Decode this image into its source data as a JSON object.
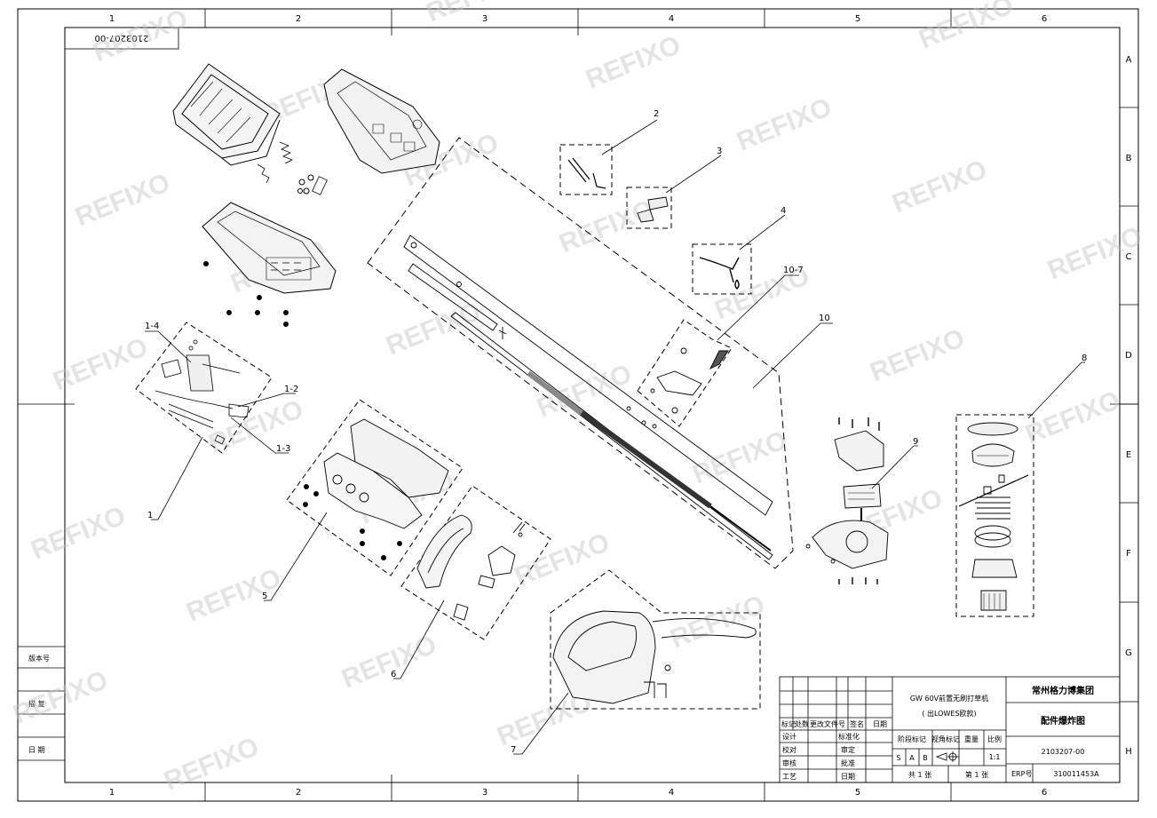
{
  "drawing": {
    "number_corner": "2103207-00",
    "column_labels": [
      "1",
      "2",
      "3",
      "4",
      "5",
      "6"
    ],
    "row_labels": [
      "A",
      "B",
      "C",
      "D",
      "E",
      "F",
      "G",
      "H"
    ],
    "watermark": "REFIXO",
    "side_labels": [
      "版本号",
      "描 复",
      "日 期"
    ],
    "callouts": [
      "1",
      "1-2",
      "1-3",
      "1-4",
      "2",
      "3",
      "4",
      "5",
      "6",
      "7",
      "8",
      "9",
      "10",
      "10-7"
    ]
  },
  "title_block": {
    "product_line1": "GW 60V前置无刷打草机",
    "product_line2": "( 出LOWES欧款)",
    "company": "常州格力博集团",
    "drawing_type": "配件爆炸图",
    "drawing_no": "2103207-00",
    "erp_label": "ERP号",
    "erp_no": "310011453A",
    "rev_headers": [
      "标记",
      "处数",
      "更改文件号",
      "签名",
      "日期"
    ],
    "roles_left": [
      "设计",
      "校对",
      "审核",
      "工艺"
    ],
    "roles_mid": [
      "标准化",
      "审定",
      "批准",
      "日期"
    ],
    "stage_label": "阶段标记",
    "projection_label": "视角标记",
    "weight_label": "重量",
    "scale_label": "比例",
    "scale_value": "1:1",
    "stages": [
      "S",
      "A",
      "B"
    ],
    "sheets_total": "共 1 张",
    "sheet_current": "第 1 张"
  }
}
